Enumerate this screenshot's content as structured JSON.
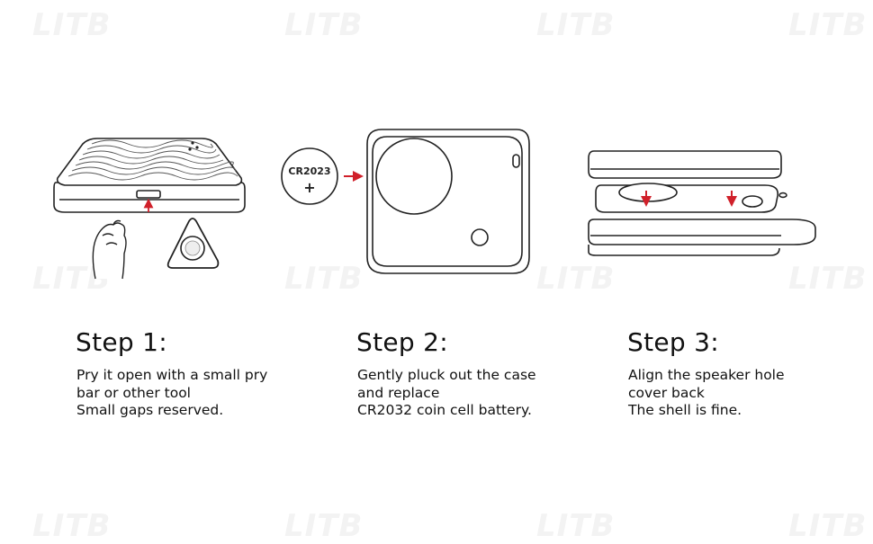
{
  "watermark": {
    "text": "LITB"
  },
  "battery_label": "CR2023",
  "battery_symbol": "+",
  "steps": [
    {
      "title": "Step 1:",
      "lines": [
        "Pry it open with a small pry",
        "bar or other tool",
        "Small gaps reserved."
      ]
    },
    {
      "title": "Step 2:",
      "lines": [
        "Gently pluck out the case",
        "and replace",
        "CR2032 coin cell battery."
      ]
    },
    {
      "title": "Step 3:",
      "lines": [
        "Align the speaker hole",
        "cover back",
        "The shell is fine."
      ]
    }
  ],
  "colors": {
    "arrow": "#d0202a",
    "outline": "#222222",
    "watermark": "#f3f3f3"
  },
  "icons": [
    "hand-icon",
    "guitar-pick-pry-tool-icon",
    "coin-battery-icon",
    "tracker-device-icon"
  ]
}
